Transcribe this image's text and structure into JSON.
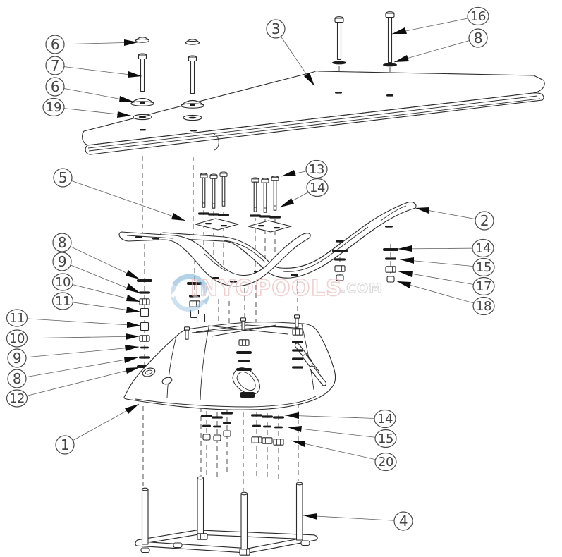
{
  "watermark": {
    "brand": "INYOPOOLS",
    "suffix": ".COM",
    "brand_color": "#e7b8b8",
    "suffix_color": "#c6c6c6",
    "logo_color": "#79b0d8"
  },
  "callouts": [
    {
      "label": "6"
    },
    {
      "label": "7"
    },
    {
      "label": "6"
    },
    {
      "label": "19"
    },
    {
      "label": "3"
    },
    {
      "label": "16"
    },
    {
      "label": "8"
    },
    {
      "label": "13"
    },
    {
      "label": "14"
    },
    {
      "label": "5"
    },
    {
      "label": "2"
    },
    {
      "label": "14"
    },
    {
      "label": "15"
    },
    {
      "label": "17"
    },
    {
      "label": "18"
    },
    {
      "label": "8"
    },
    {
      "label": "9"
    },
    {
      "label": "10"
    },
    {
      "label": "11"
    },
    {
      "label": "11"
    },
    {
      "label": "10"
    },
    {
      "label": "9"
    },
    {
      "label": "8"
    },
    {
      "label": "12"
    },
    {
      "label": "1"
    },
    {
      "label": "14"
    },
    {
      "label": "15"
    },
    {
      "label": "20"
    },
    {
      "label": "4"
    }
  ]
}
